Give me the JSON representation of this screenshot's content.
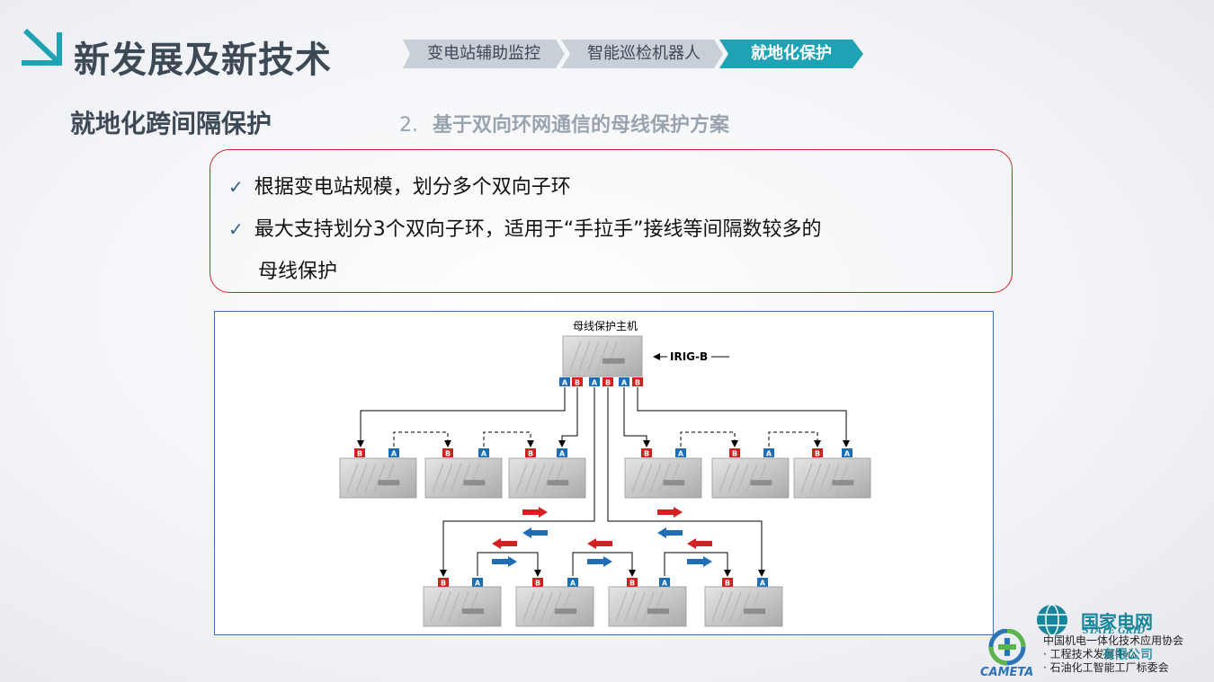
{
  "header": {
    "title": "新发展及新技术",
    "tabs": [
      {
        "label": "变电站辅助监控",
        "active": false
      },
      {
        "label": "智能巡检机器人",
        "active": false
      },
      {
        "label": "就地化保护",
        "active": true
      }
    ]
  },
  "section": {
    "title": "就地化跨间隔保护",
    "scheme_number": "2.",
    "scheme_title": "基于双向环网通信的母线保护方案"
  },
  "bullets": {
    "items": [
      {
        "line1": "根据变电站规模，划分多个双向子环",
        "line2": ""
      },
      {
        "line1": "最大支持划分3个双向子环，适用于“手拉手”接线等间隔数较多的",
        "line2": "母线保护"
      }
    ]
  },
  "diagram": {
    "host_label": "母线保护主机",
    "irig_label": "IRIG-B",
    "port_a": "A",
    "port_b": "B",
    "colors": {
      "port_a": "#1e6db5",
      "port_b": "#d02020",
      "arrow_red": "#d42020",
      "arrow_blue": "#1e6db5",
      "frame": "#3d6fb5"
    }
  },
  "footer": {
    "state_grid_cn": "国家电网",
    "state_grid_en": "STATE GRID",
    "association": "中国机电一体化技术应用协会",
    "committee1": "· 工程技术发展中心",
    "committee2": "· 石油化工智能工厂标委会",
    "company_overlay": "有限公司",
    "cameta": "CAMETA"
  },
  "theme": {
    "accent": "#1fa3b4",
    "title_color": "#3d4a56",
    "tab_inactive": "#c9cfd6",
    "tab_active": "#1fa3b4"
  }
}
